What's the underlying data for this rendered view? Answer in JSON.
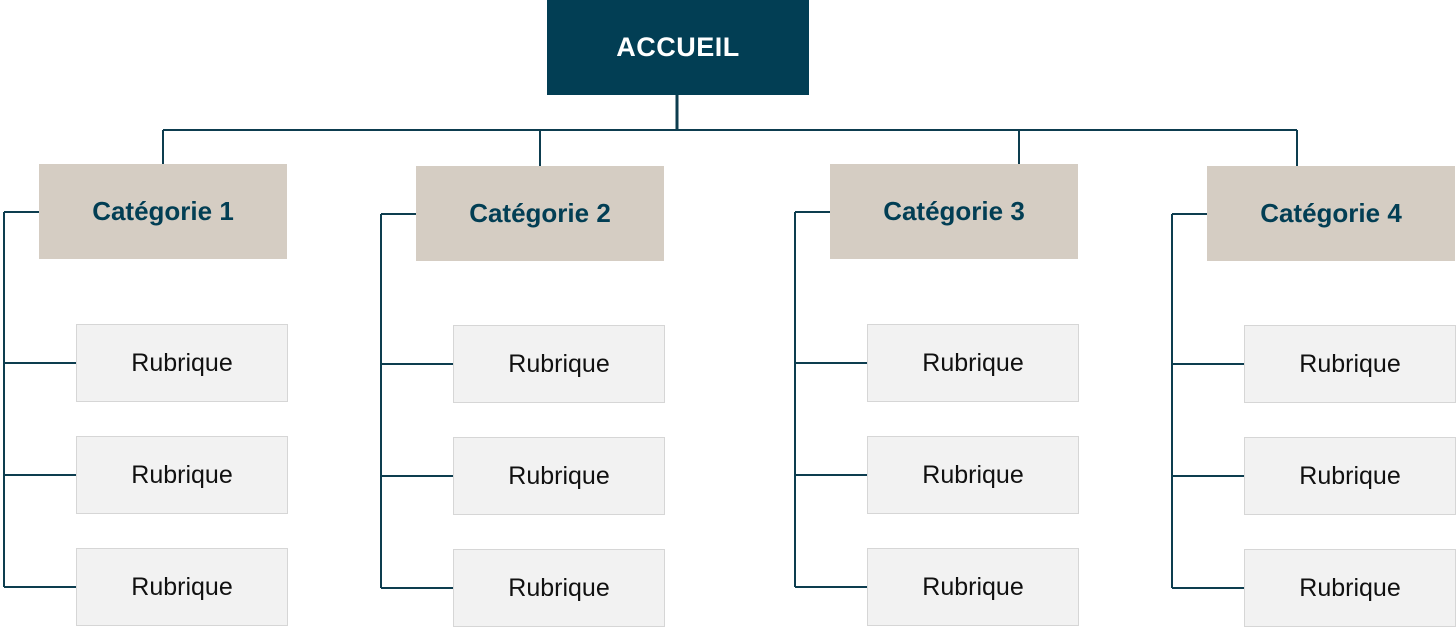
{
  "colors": {
    "root_fill": "#023e54",
    "category_fill": "#d5cdc3",
    "category_text": "#023e54",
    "connector": "#0d3d4f"
  },
  "root": {
    "label": "ACCUEIL"
  },
  "categories": [
    {
      "label": "Catégorie 1",
      "items": [
        "Rubrique",
        "Rubrique",
        "Rubrique"
      ]
    },
    {
      "label": "Catégorie 2",
      "items": [
        "Rubrique",
        "Rubrique",
        "Rubrique"
      ]
    },
    {
      "label": "Catégorie 3",
      "items": [
        "Rubrique",
        "Rubrique",
        "Rubrique"
      ]
    },
    {
      "label": "Catégorie 4",
      "items": [
        "Rubrique",
        "Rubrique",
        "Rubrique"
      ]
    }
  ]
}
